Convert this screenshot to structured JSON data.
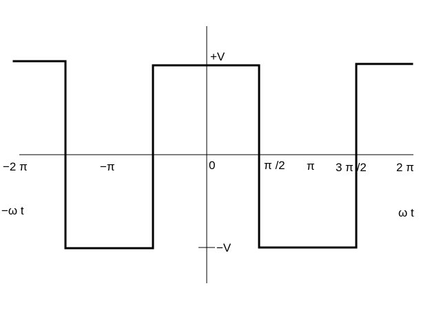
{
  "diagram": {
    "labels": {
      "plus_v": "+V",
      "minus_v": "−V",
      "origin": "0",
      "minus_two_pi": "−2 π",
      "minus_pi": "−π",
      "pi_over_2": "π /2",
      "pi": "π",
      "three_pi_over_2": "3 π /2",
      "two_pi": "2 π",
      "minus_omega_t": "−ω t",
      "omega_t": "ω t"
    },
    "waveform": {
      "type": "square-wave",
      "levels": [
        "+V",
        "−V"
      ],
      "segments": [
        {
          "level": "+V"
        },
        {
          "level": "−V"
        },
        {
          "level": "+V"
        },
        {
          "level": "−V"
        },
        {
          "level": "+V"
        }
      ]
    },
    "colors": {
      "stroke": "#000000",
      "background": "#ffffff"
    }
  }
}
